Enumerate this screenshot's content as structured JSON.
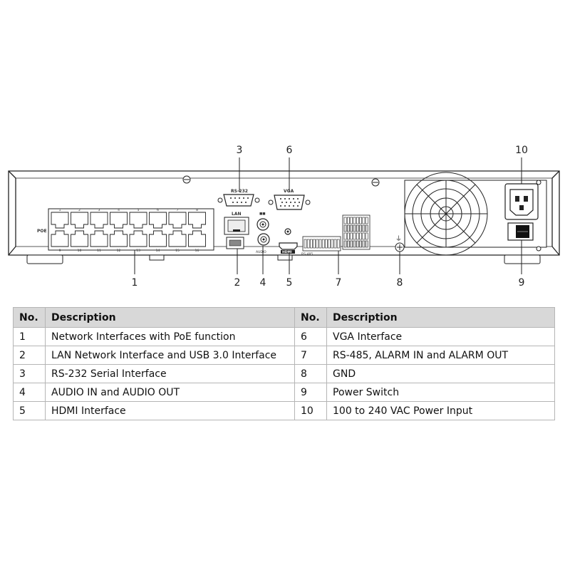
{
  "callouts": [
    "1",
    "2",
    "3",
    "4",
    "5",
    "6",
    "7",
    "8",
    "9",
    "10"
  ],
  "panel": {
    "poe_label": "POE",
    "port_top_labels": [
      "1",
      "2",
      "3",
      "4",
      "5",
      "6",
      "7",
      "8"
    ],
    "port_bottom_labels": [
      "9",
      "10",
      "11",
      "12",
      "13",
      "14",
      "15",
      "16"
    ],
    "rs232_label": "RS-232",
    "vga_label": "VGA",
    "lan_label": "LAN",
    "audio_label": "AUDIO",
    "hdmi_label": "HDMI",
    "rs485_label": "RS-485"
  },
  "table": {
    "headers": [
      "No.",
      "Description",
      "No.",
      "Description"
    ],
    "rows": [
      [
        "1",
        "Network Interfaces with PoE function",
        "6",
        "VGA Interface"
      ],
      [
        "2",
        "LAN Network Interface and USB 3.0 Interface",
        "7",
        "RS-485, ALARM IN and ALARM OUT"
      ],
      [
        "3",
        "RS-232 Serial Interface",
        "8",
        "GND"
      ],
      [
        "4",
        "AUDIO IN and AUDIO OUT",
        "9",
        "Power Switch"
      ],
      [
        "5",
        "HDMI Interface",
        "10",
        "100 to 240 VAC Power Input"
      ]
    ]
  }
}
